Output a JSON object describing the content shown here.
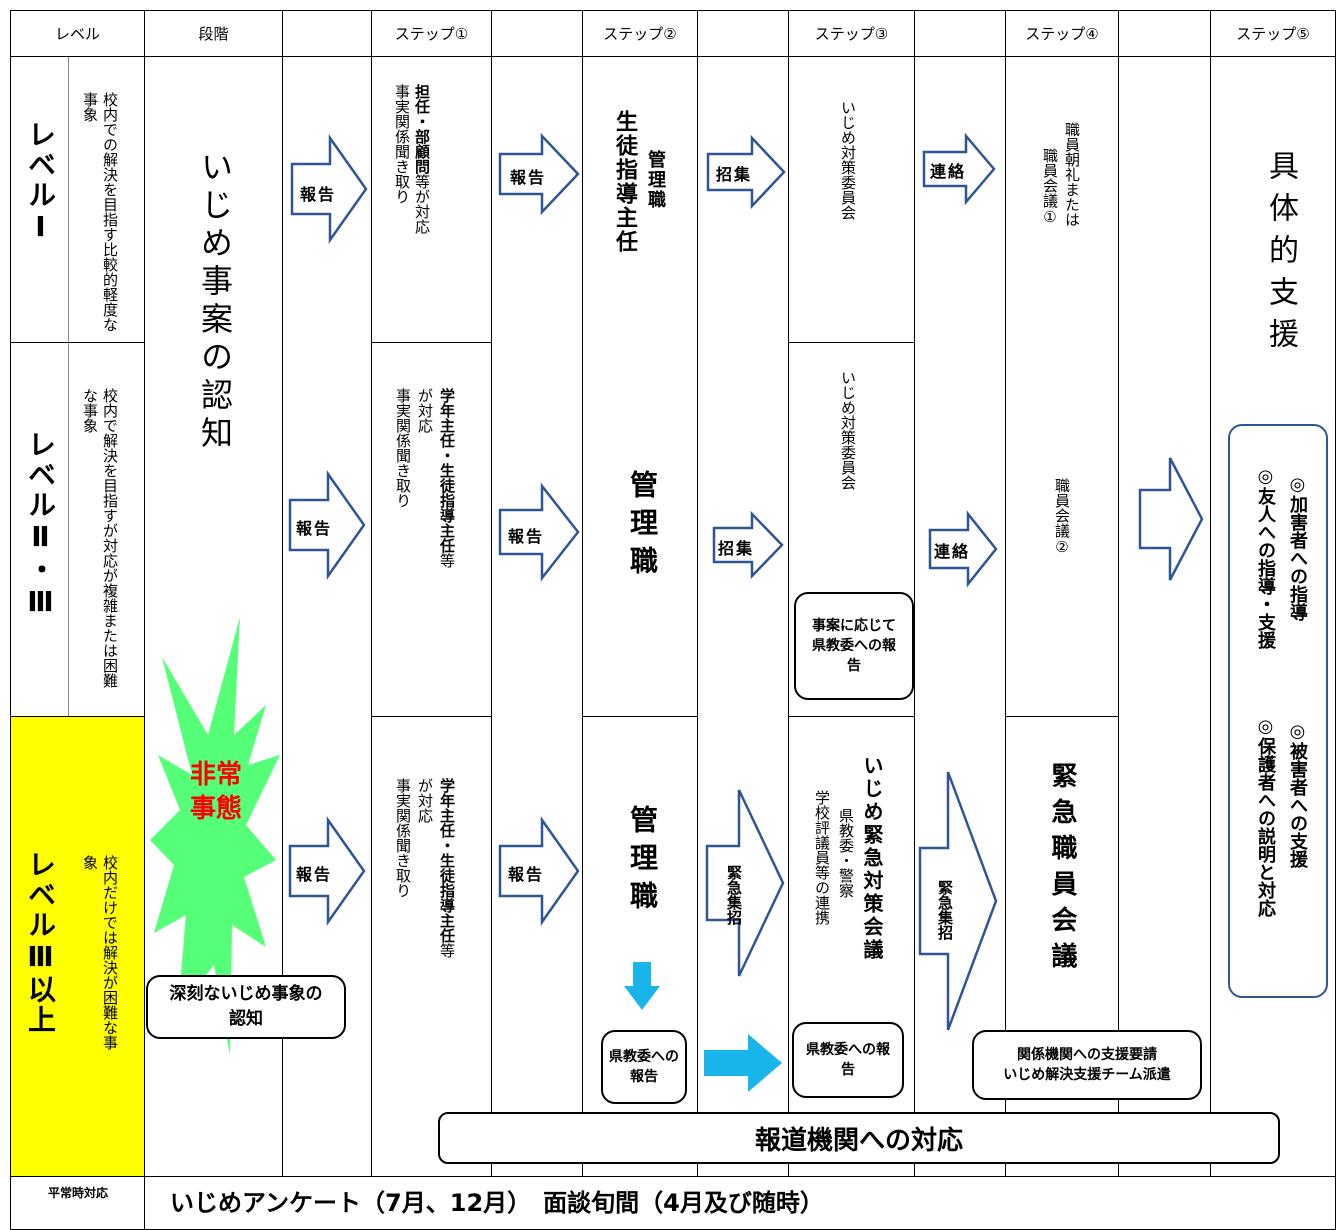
{
  "headers": {
    "level": "レベル",
    "stage": "段階",
    "step1": "ステップ①",
    "step2": "ステップ②",
    "step3": "ステップ③",
    "step4": "ステップ④",
    "step5": "ステップ⑤"
  },
  "levels": {
    "l1": {
      "name": "レベルⅠ",
      "desc": "校内での解決を目指す比較的軽度な事象"
    },
    "l2": {
      "name": "レベルⅡ・Ⅲ",
      "desc": "校内で解決を目指すが対応が複雑または困難な事象"
    },
    "l3": {
      "name": "レベルⅢ以上",
      "desc": "校内だけでは解決が困難な事象"
    }
  },
  "stage": {
    "recognition": "いじめ事案の認知",
    "emergency_line1": "非常",
    "emergency_line2": "事態",
    "serious": "深刻ないじめ事象の認知"
  },
  "arrows": {
    "report": "報告",
    "convene": "招集",
    "contact": "連絡",
    "emergency_convene": "緊急集招"
  },
  "step1": {
    "l1_bold1": "担任・部顧問",
    "l1_rest1": "等が対応",
    "l1_line2": "事実関係聞き取り",
    "l2_bold1": "学年主任・生徒指導主任",
    "l2_rest1": "等",
    "l2_mid": "が対応",
    "l2_line2": "事実関係聞き取り",
    "l3_bold1": "学年主任・生徒指導主任",
    "l3_rest1": "等",
    "l3_mid": "が対応",
    "l3_line2": "事実関係聞き取り"
  },
  "step2": {
    "l1_a": "生徒指導主任",
    "l1_b": "管理職",
    "l2": "管理職",
    "l3": "管理職",
    "l3_box": "県教委への報告"
  },
  "step3": {
    "l1": "いじめ対策委員会",
    "l2": "いじめ対策委員会",
    "l2_box": "事案に応じて県教委への報告",
    "l3_title": "いじめ緊急対策会議",
    "l3_sub1": "県教委・警察",
    "l3_sub2": "学校評議員等の連携",
    "l3_box": "県教委への報告"
  },
  "step4": {
    "l1_a": "職員朝礼または",
    "l1_b": "職員会議①",
    "l2": "職員会議②",
    "l3": "緊急職員会議",
    "l3_box1": "関係機関への支援要請",
    "l3_box2": "いじめ解決支援チーム派遣"
  },
  "step5": {
    "title": "具体的支援",
    "items": [
      "◎加害者への指導",
      "◎被害者への支援",
      "◎友人への指導・支援",
      "◎保護者への説明と対応"
    ]
  },
  "media": "報道機関への対応",
  "normal": {
    "label": "平常時対応",
    "text": "いじめアンケート（7月、12月）　面談旬間（4月及び随時）"
  },
  "colors": {
    "level3_bg": "#ffff00",
    "burst": "#55ff77",
    "burst_text": "#ff0000",
    "blue_arrow": "#19b4ea",
    "arrow_stroke": "#2f5597"
  }
}
